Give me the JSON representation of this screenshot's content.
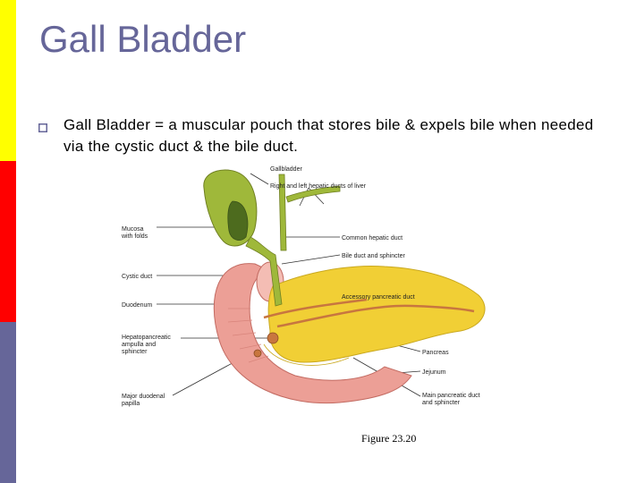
{
  "slide": {
    "title": "Gall Bladder",
    "bullet_text": "Gall Bladder = a muscular pouch that stores bile & expels bile when needed via the cystic duct & the bile duct.",
    "caption": "Figure 23.20"
  },
  "colors": {
    "sidebar_top": "#ffff00",
    "sidebar_middle": "#ff0000",
    "sidebar_bottom": "#666699",
    "title": "#666699",
    "gallbladder": "#9fb83a",
    "pancreas": "#f1cf35",
    "duodenum": "#ec9f96",
    "duct": "#c8763f"
  },
  "figure": {
    "labels": {
      "gallbladder": "Gallbladder",
      "hepatic_ducts": "Right and left hepatic ducts of liver",
      "mucosa_line1": "Mucosa",
      "mucosa_line2": "with folds",
      "common_hepatic": "Common hepatic duct",
      "bile_duct": "Bile duct and sphincter",
      "cystic_duct": "Cystic duct",
      "accessory_pancreatic": "Accessory pancreatic duct",
      "duodenum": "Duodenum",
      "hepato_line1": "Hepatopancreatic",
      "hepato_line2": "ampulla and",
      "hepato_line3": "sphincter",
      "pancreas": "Pancreas",
      "jejunum": "Jejunum",
      "papilla_line1": "Major duodenal",
      "papilla_line2": "papilla",
      "main_pancreatic_line1": "Main pancreatic duct",
      "main_pancreatic_line2": "and sphincter"
    }
  }
}
